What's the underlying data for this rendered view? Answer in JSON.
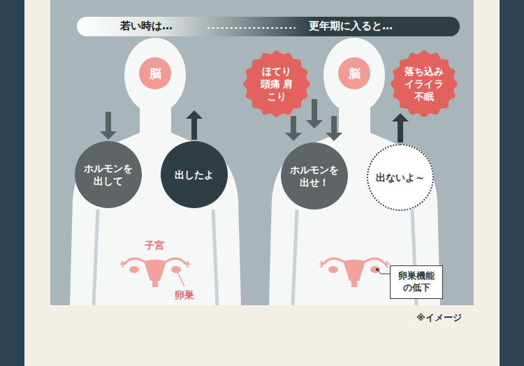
{
  "diagram": {
    "nodes": [
      {
        "text": [
          "若い時は…",
          "更年期に入ると…"
        ]
      },
      {
        "text": [
          "脳"
        ]
      },
      {
        "text": [
          "ホルモンを 出して"
        ]
      },
      {
        "text": [
          "出したよ"
        ]
      },
      {
        "text": [
          "ほてり 頭痛 肩こり"
        ]
      },
      {
        "text": [
          "脳"
        ]
      },
      {
        "text": [
          "落ち込み イライラ 不眠"
        ]
      },
      {
        "text": [
          "ホルモンを 出せ！"
        ]
      },
      {
        "text": [
          "出ないよ～"
        ]
      },
      {
        "text": [
          "卵巣機能 の低下"
        ]
      }
    ],
    "edges": [
      {
        "from": 1,
        "to": 2,
        "arrow": "to"
      },
      {
        "from": 3,
        "to": 1,
        "arrow": "to"
      },
      {
        "from": 5,
        "to": 7,
        "arrow": "to"
      },
      {
        "from": 8,
        "to": 5,
        "arrow": "to"
      }
    ],
    "labels": [
      "子宮",
      "卵巣",
      "※イメージ"
    ]
  }
}
